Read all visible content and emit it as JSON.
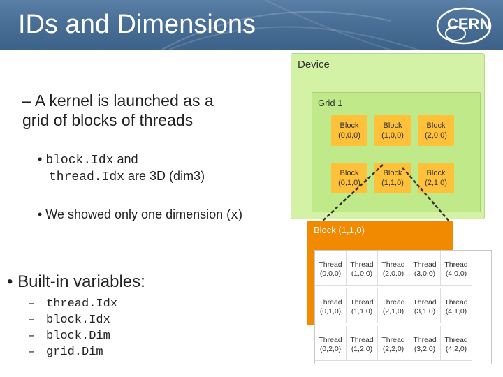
{
  "slide": {
    "title": "IDs and Dimensions",
    "logo_text": "CERN"
  },
  "left": {
    "item1": "– A kernel is launched as a grid of blocks of threads",
    "sub1_prefix": "• ",
    "sub1_code1": "block.Idx",
    "sub1_mid": " and",
    "sub1_code2": "thread.Idx",
    "sub1_suffix": " are 3D (dim3)",
    "sub2_prefix": "• We showed only one dimension (",
    "sub2_code": "x",
    "sub2_suffix": ")",
    "builtin_heading": "• Built-in variables:",
    "variables": [
      "thread.Idx",
      "block.Idx",
      "block.Dim",
      "grid.Dim"
    ]
  },
  "diagram": {
    "device_label": "Device",
    "grid_label": "Grid 1",
    "blocks": [
      [
        "Block",
        "(0,0,0)"
      ],
      [
        "Block",
        "(1,0,0)"
      ],
      [
        "Block",
        "(2,0,0)"
      ],
      [
        "Block",
        "(0,1,0)"
      ],
      [
        "Block",
        "(1,1,0)"
      ],
      [
        "Block",
        "(2,1,0)"
      ]
    ],
    "expanded_block_label": "Block (1,1,0)",
    "threads": [
      [
        "Thread",
        "(0,0,0)"
      ],
      [
        "Thread",
        "(1,0,0)"
      ],
      [
        "Thread",
        "(2,0,0)"
      ],
      [
        "Thread",
        "(3,0,0)"
      ],
      [
        "Thread",
        "(4,0,0)"
      ],
      [
        "Thread",
        "(0,1,0)"
      ],
      [
        "Thread",
        "(1,1,0)"
      ],
      [
        "Thread",
        "(2,1,0)"
      ],
      [
        "Thread",
        "(3,1,0)"
      ],
      [
        "Thread",
        "(4,1,0)"
      ],
      [
        "Thread",
        "(0,2,0)"
      ],
      [
        "Thread",
        "(1,2,0)"
      ],
      [
        "Thread",
        "(2,2,0)"
      ],
      [
        "Thread",
        "(3,2,0)"
      ],
      [
        "Thread",
        "(4,2,0)"
      ]
    ],
    "colors": {
      "device": "#d4f2a6",
      "grid": "#c0e98a",
      "block": "#ffc03a",
      "expanded_block": "#f28a00",
      "header": "#4a6f96"
    }
  }
}
